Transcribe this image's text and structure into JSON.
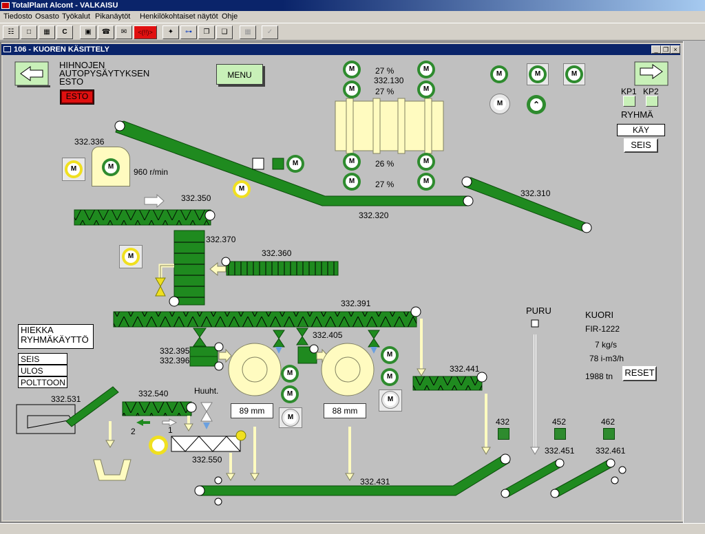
{
  "app": {
    "title": "TotalPlant Alcont - VALKAISU"
  },
  "menu": [
    "Tiedosto",
    "Osasto",
    "Työkalut",
    "Pikanäytöt",
    "Henkilökohtaiset näytöt",
    "Ohje"
  ],
  "toolbar": {
    "buttons": [
      "network-icon",
      "window-icon",
      "chart-icon",
      "refresh-c-icon",
      "id-card-icon",
      "phone-icon",
      "envelope-icon",
      "alarm-icon",
      "wrench-icon",
      "key-icon",
      "windows-icon",
      "windows-stack-icon",
      "grid-disabled-icon",
      "pin-disabled-icon"
    ],
    "c_label": "C",
    "alarm_label": "<(!!)>"
  },
  "window": {
    "title": "106 - KUOREN KÄSITTELY",
    "min": "_",
    "restore": "❐",
    "close": "×"
  },
  "interlock": {
    "line1": "HIHNOJEN",
    "line2": "AUTOPYSÄYTYKSEN",
    "line3": "ESTO",
    "button": "ESTO"
  },
  "menu_button": "MENU",
  "group": {
    "kp1": "KP1",
    "kp2": "KP2",
    "label": "RYHMÄ",
    "run": "KÄY",
    "stop": "SEIS"
  },
  "motor_letter": "M",
  "drum": {
    "id": "332.130",
    "pct_top1": "27 %",
    "pct_top2": "27 %",
    "pct_bot1": "26 %",
    "pct_bot2": "27 %"
  },
  "tags": {
    "t336": "332.336",
    "rpm": "960 r/min",
    "t350": "332.350",
    "t320": "332.320",
    "t310": "332.310",
    "t370": "332.370",
    "t360": "332.360",
    "t391": "332.391",
    "t395": "332.395",
    "t396": "332.396",
    "t405": "332.405",
    "t441": "332.441",
    "t531": "332.531",
    "t540": "332.540",
    "t550": "332.550",
    "t431": "332.431",
    "t451": "332.451",
    "t461": "332.461",
    "t432": "432",
    "t452": "452",
    "t462": "462",
    "huuht": "Huuht.",
    "out1": "1",
    "out2": "2",
    "press1": "89 mm",
    "press2": "88 mm",
    "puru": "PURU"
  },
  "sand": {
    "title1": "HIEKKA",
    "title2": "RYHMÄKÄYTTÖ",
    "seis": "SEIS",
    "ulos": "ULOS",
    "polttoon": "POLTTOON"
  },
  "bark": {
    "title": "KUORI",
    "tag": "FIR-1222",
    "flow1": "7 kg/s",
    "flow2": "78 i-m3/h",
    "total": "1988 tn",
    "reset": "RESET"
  },
  "colors": {
    "conveyor": "#1f8a1f",
    "drum": "#fffbc0",
    "chute": "#fffbc0",
    "alarm": "#e01010",
    "button_green": "#c8f0b8",
    "titlebar": "#0a246a"
  }
}
